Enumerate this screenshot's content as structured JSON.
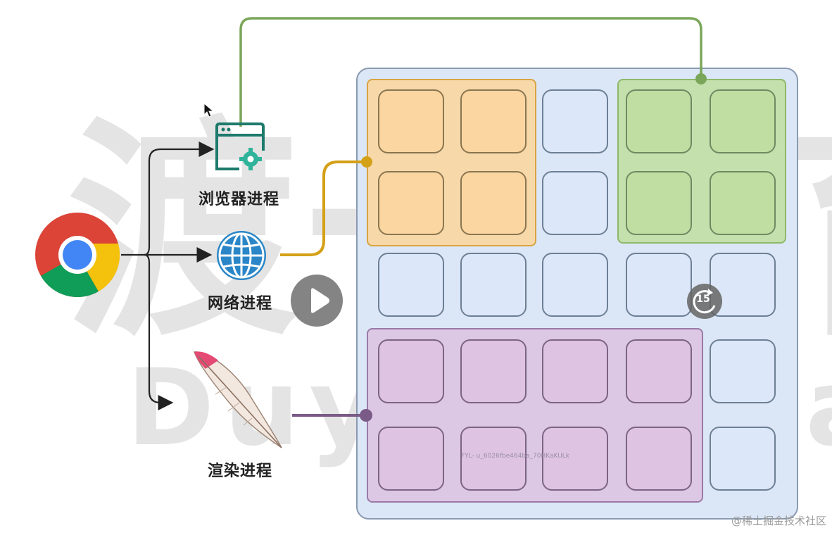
{
  "labels": {
    "browser_process": "浏览器进程",
    "network_process": "网络进程",
    "renderer_process": "渲染进程"
  },
  "watermark": {
    "chinese": "渡一教育",
    "english": "Duyi Education"
  },
  "tiny_id": "FYL- u_6026fbe464ba_70HKaKULk",
  "footer": "@稀土掘金技术社区",
  "player": {
    "rewind_seconds": "15"
  },
  "colors": {
    "browser_region": "#bedea0",
    "network_region": "#fad6a0",
    "renderer_region": "#dcc3e1",
    "memory_background": "#dbe7f7",
    "browser_line": "#7aa65a",
    "network_line": "#d4a017",
    "renderer_line": "#7a5a86"
  },
  "icons": [
    "chrome-logo-icon",
    "browser-window-gear-icon",
    "globe-icon",
    "feather-icon",
    "cursor-icon",
    "play-icon",
    "rewind-15-icon"
  ]
}
